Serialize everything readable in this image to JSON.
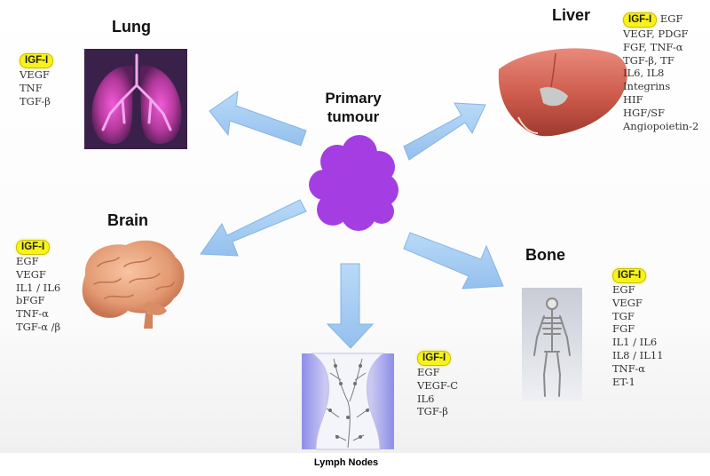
{
  "primary": {
    "label": "Primary tumour"
  },
  "badge": "IGF-I",
  "lung": {
    "title": "Lung",
    "items": [
      "VEGF",
      "TNF",
      "TGF-β"
    ]
  },
  "liver": {
    "title": "Liver",
    "badge_suffix": "EGF",
    "items": [
      "VEGF, PDGF",
      "FGF,   TNF-α",
      "TGF-β, TF",
      "IL6,    IL8",
      "Integrins",
      "HIF",
      "HGF/SF",
      "Angiopoietin-2"
    ]
  },
  "brain": {
    "title": "Brain",
    "items": [
      "EGF",
      "VEGF",
      "IL1 / IL6",
      "bFGF",
      "TNF-α",
      "TGF-α /β"
    ]
  },
  "bone": {
    "title": "Bone",
    "items": [
      "EGF",
      "VEGF",
      "TGF",
      "FGF",
      "IL1 / IL6",
      "IL8 / IL11",
      "TNF-α",
      "ET-1"
    ]
  },
  "lymph": {
    "caption": "Lymph Nodes",
    "items": [
      "EGF",
      "VEGF-C",
      "IL6",
      "TGF-β"
    ]
  },
  "colors": {
    "arrow_fill": "#a6cdf3",
    "arrow_stroke": "#86b4e4",
    "tumour": "#a43ee2",
    "badge": "#f8f21a",
    "lung_bg": "#3a214a",
    "liver": "#cd5a4b",
    "brain": "#e9a27a",
    "bone_bg": "#d9dde8",
    "lymph_bg": "#8d8ee8"
  }
}
